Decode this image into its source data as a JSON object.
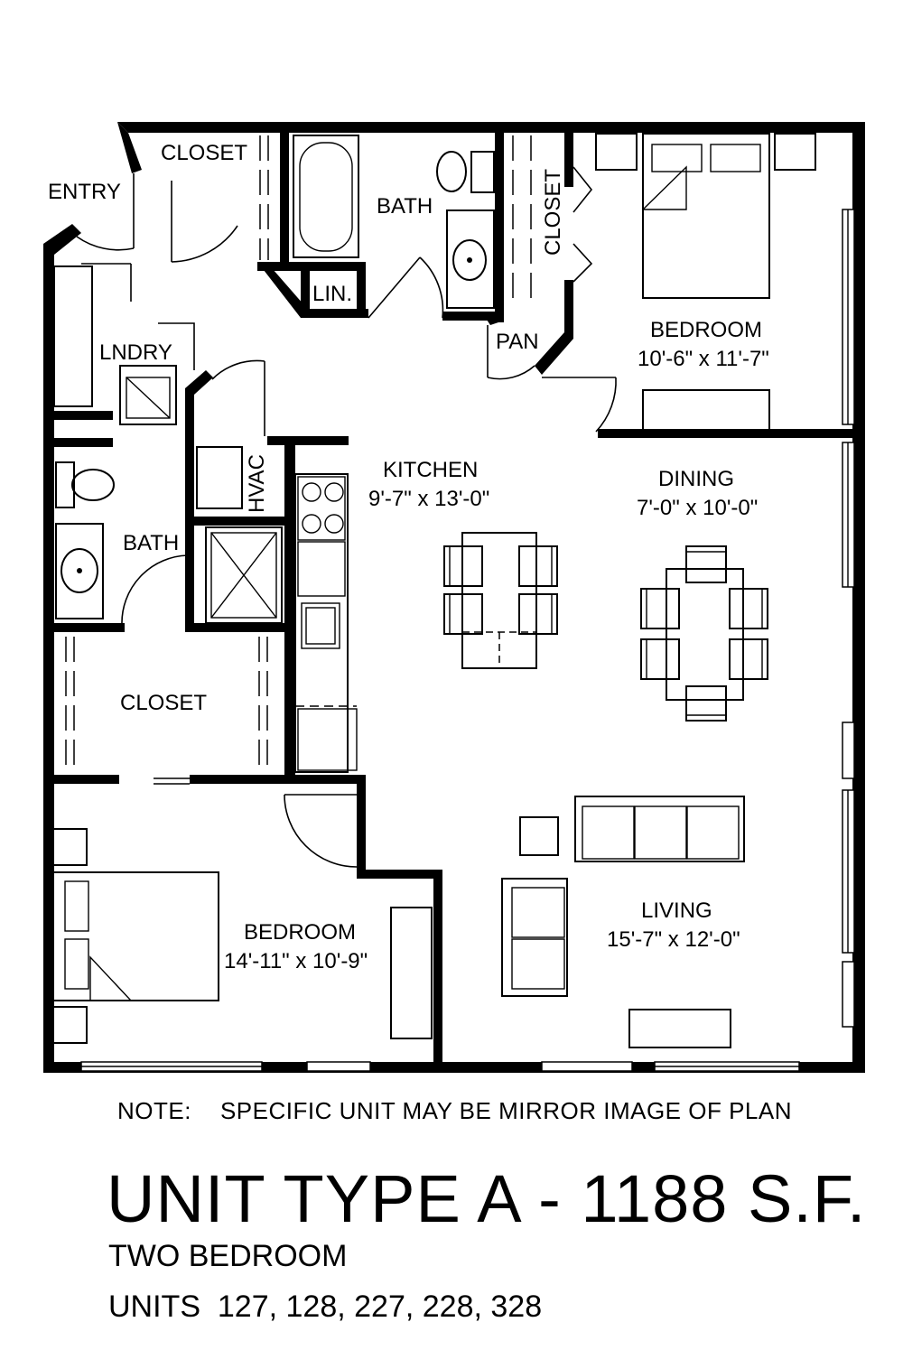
{
  "rooms": {
    "closet_entry": "CLOSET",
    "entry": "ENTRY",
    "bath_master": "BATH",
    "linen": "LIN.",
    "closet_master": "CLOSET",
    "pantry": "PAN",
    "bedroom_master": {
      "name": "BEDROOM",
      "dims": "10'-6\" x 11'-7\""
    },
    "laundry": "LNDRY",
    "hvac": "HVAC",
    "kitchen": {
      "name": "KITCHEN",
      "dims": "9'-7\" x 13'-0\""
    },
    "dining": {
      "name": "DINING",
      "dims": "7'-0\" x 10'-0\""
    },
    "bath_second": "BATH",
    "closet_second": "CLOSET",
    "bedroom_second": {
      "name": "BEDROOM",
      "dims": "14'-11\" x 10'-9\""
    },
    "living": {
      "name": "LIVING",
      "dims": "15'-7\" x 12'-0\""
    }
  },
  "note": {
    "label": "NOTE:",
    "text": "SPECIFIC UNIT MAY BE MIRROR IMAGE OF PLAN"
  },
  "unit": {
    "title": "UNIT TYPE A - 1188 S.F.",
    "bedrooms": "TWO BEDROOM",
    "numbers": "UNITS  127, 128, 227, 228, 328"
  }
}
